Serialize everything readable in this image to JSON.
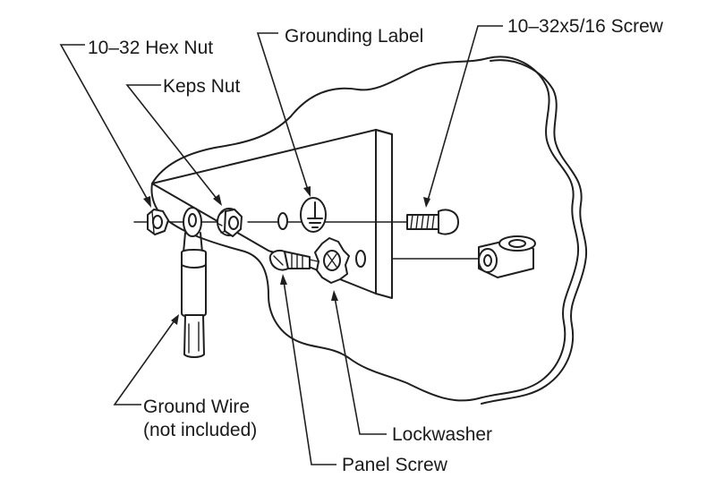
{
  "labels": {
    "hex_nut": "10–32 Hex Nut",
    "keps_nut": "Keps Nut",
    "grounding_label": "Grounding Label",
    "screw": "10–32x5/16 Screw",
    "ground_wire_line1": "Ground Wire",
    "ground_wire_line2": "(not included)",
    "lockwasher": "Lockwasher",
    "panel_screw": "Panel Screw"
  },
  "colors": {
    "line": "#1f1f1f",
    "background": "#ffffff"
  },
  "icons": [
    "hex-nut-icon",
    "keps-nut-icon",
    "ring-terminal-icon",
    "grounding-symbol-icon",
    "lockwasher-icon",
    "panel-screw-icon",
    "machine-screw-icon",
    "standoff-icon"
  ]
}
